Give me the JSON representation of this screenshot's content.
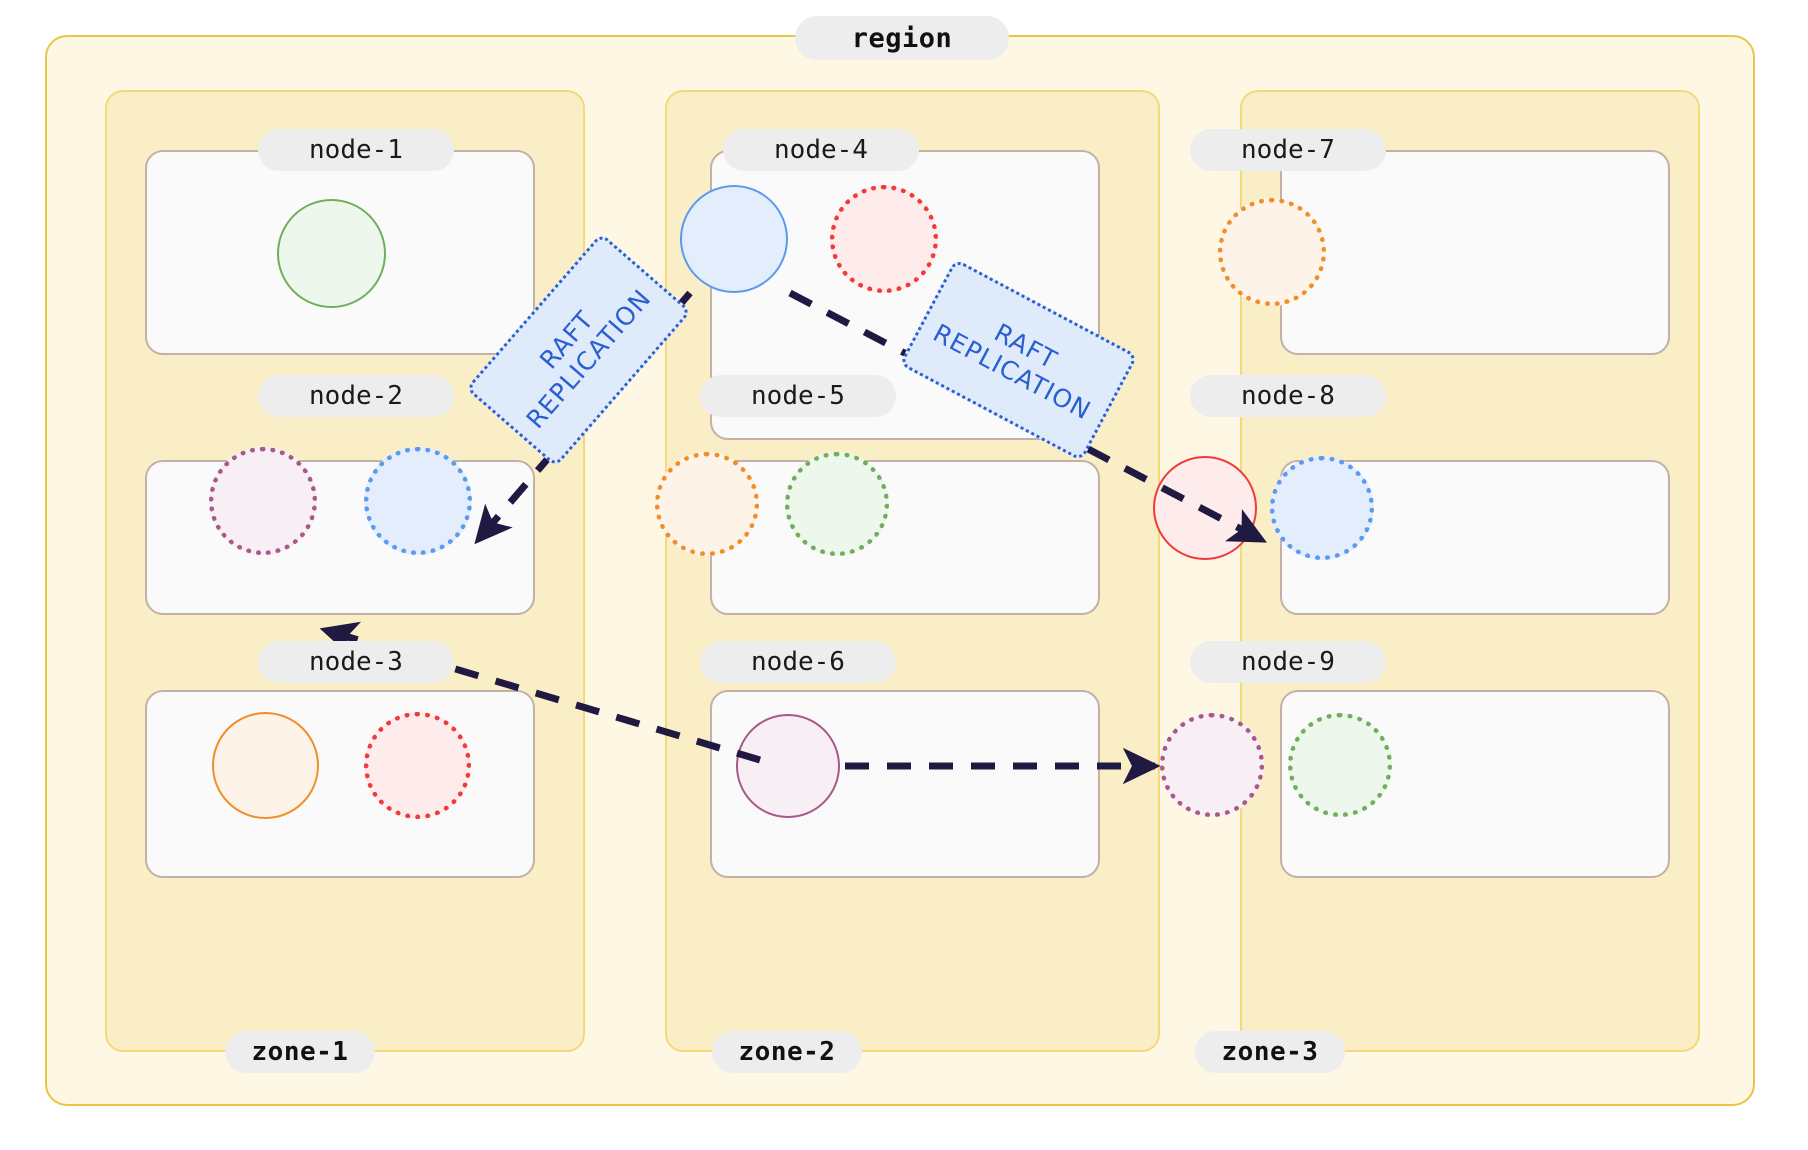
{
  "region": {
    "label": "region"
  },
  "zones": [
    {
      "id": "zone-1",
      "label": "zone-1",
      "nodes": [
        {
          "id": "node-1",
          "label": "node-1",
          "replicas": [
            {
              "color": "#6fae5d",
              "fill": "#eef7ec",
              "style": "solid"
            }
          ]
        },
        {
          "id": "node-2",
          "label": "node-2",
          "replicas": [
            {
              "color": "#a8598a",
              "fill": "#f7eff4",
              "style": "dotted"
            },
            {
              "color": "#5b9bed",
              "fill": "#e3edfb",
              "style": "dotted"
            }
          ]
        },
        {
          "id": "node-3",
          "label": "node-3",
          "replicas": [
            {
              "color": "#ef8f2a",
              "fill": "#fdf3e8",
              "style": "solid"
            },
            {
              "color": "#ef3b3b",
              "fill": "#fdeceb",
              "style": "dotted"
            }
          ]
        }
      ]
    },
    {
      "id": "zone-2",
      "label": "zone-2",
      "nodes": [
        {
          "id": "node-4",
          "label": "node-4",
          "replicas": [
            {
              "color": "#5b9bed",
              "fill": "#e3edfb",
              "style": "solid"
            },
            {
              "color": "#ef3b3b",
              "fill": "#fdeceb",
              "style": "dotted"
            }
          ]
        },
        {
          "id": "node-5",
          "label": "node-5",
          "replicas": [
            {
              "color": "#ef8f2a",
              "fill": "#fdf3e8",
              "style": "dotted"
            },
            {
              "color": "#6fae5d",
              "fill": "#eef7ec",
              "style": "dotted"
            }
          ]
        },
        {
          "id": "node-6",
          "label": "node-6",
          "replicas": [
            {
              "color": "#a8598a",
              "fill": "#f7eff4",
              "style": "solid"
            }
          ]
        }
      ]
    },
    {
      "id": "zone-3",
      "label": "zone-3",
      "nodes": [
        {
          "id": "node-7",
          "label": "node-7",
          "replicas": [
            {
              "color": "#ef8f2a",
              "fill": "#fdf3e8",
              "style": "dotted"
            }
          ]
        },
        {
          "id": "node-8",
          "label": "node-8",
          "replicas": [
            {
              "color": "#ef3b3b",
              "fill": "#fdeceb",
              "style": "solid"
            },
            {
              "color": "#5b9bed",
              "fill": "#e3edfb",
              "style": "dotted"
            }
          ]
        },
        {
          "id": "node-9",
          "label": "node-9",
          "replicas": [
            {
              "color": "#a8598a",
              "fill": "#f7eff4",
              "style": "dotted"
            },
            {
              "color": "#6fae5d",
              "fill": "#eef7ec",
              "style": "dotted"
            }
          ]
        }
      ]
    }
  ],
  "edges": [
    {
      "id": "edge-node4-node2",
      "from": "node-4",
      "to": "node-2",
      "label": "RAFT REPLICATION"
    },
    {
      "id": "edge-node4-node8",
      "from": "node-4",
      "to": "node-8",
      "label": "RAFT REPLICATION"
    },
    {
      "id": "edge-node6-node2",
      "from": "node-6",
      "to": "node-2",
      "label": ""
    },
    {
      "id": "edge-node6-node9",
      "from": "node-6",
      "to": "node-9",
      "label": ""
    }
  ],
  "raft_labels": [
    {
      "id": "raft-label-left",
      "line1": "RAFT",
      "line2": "REPLICATION"
    },
    {
      "id": "raft-label-right",
      "line1": "RAFT",
      "line2": "REPLICATION"
    }
  ],
  "colors": {
    "region_border": "#e8c547",
    "region_fill": "#fdf7e3",
    "zone_border": "#f2d97a",
    "zone_fill": "#faeec7",
    "node_border": "#c3b0a7",
    "node_fill": "#fafafa",
    "label_pill": "#ededed",
    "edge": "#201a42",
    "raft_border": "#2b5fd0",
    "raft_fill": "#dfeafb",
    "raft_text": "#2a5fd1"
  }
}
